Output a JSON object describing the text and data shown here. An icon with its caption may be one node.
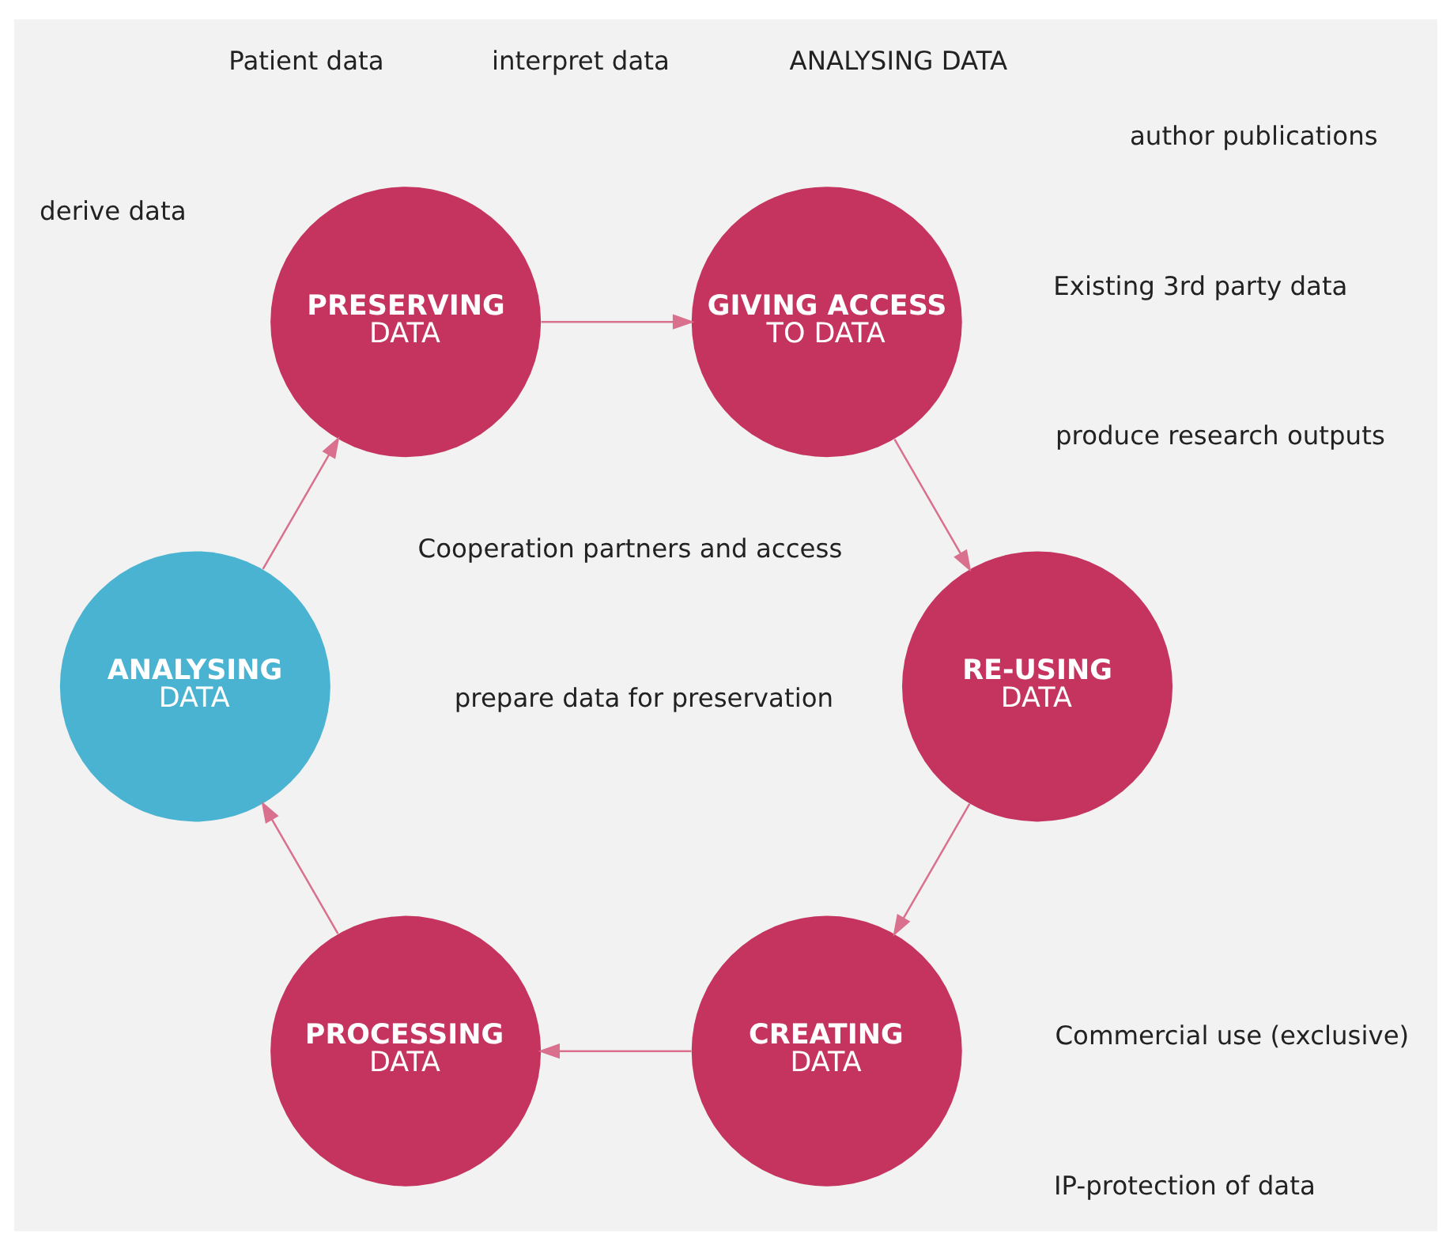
{
  "diagram": {
    "nodes": [
      {
        "text": [
          "CREATING",
          "DATA"
        ]
      },
      {
        "text": [
          "PROCESSING",
          "DATA"
        ]
      },
      {
        "text": [
          "ANALYSING",
          "DATA"
        ]
      },
      {
        "text": [
          "PRESERVING",
          "DATA"
        ]
      },
      {
        "text": [
          "GIVING ACCESS",
          "TO DATA"
        ]
      },
      {
        "text": [
          "RE-USING",
          "DATA"
        ]
      }
    ],
    "edges": [
      {
        "from": 0,
        "to": 1,
        "arrow": "to"
      },
      {
        "from": 1,
        "to": 2,
        "arrow": "to"
      },
      {
        "from": 2,
        "to": 3,
        "arrow": "to"
      },
      {
        "from": 3,
        "to": 4,
        "arrow": "to"
      },
      {
        "from": 4,
        "to": 5,
        "arrow": "to"
      },
      {
        "from": 5,
        "to": 0,
        "arrow": "to"
      }
    ],
    "labels": [
      "Patient data",
      "Existing 3rd party data",
      "Cooperation partners and access",
      "ANALYSING DATA",
      "interpret data",
      "derive data",
      "produce research outputs",
      "author publications",
      "prepare data for preservation",
      "Commercial use (exclusive)",
      "IP-protection of data"
    ]
  }
}
